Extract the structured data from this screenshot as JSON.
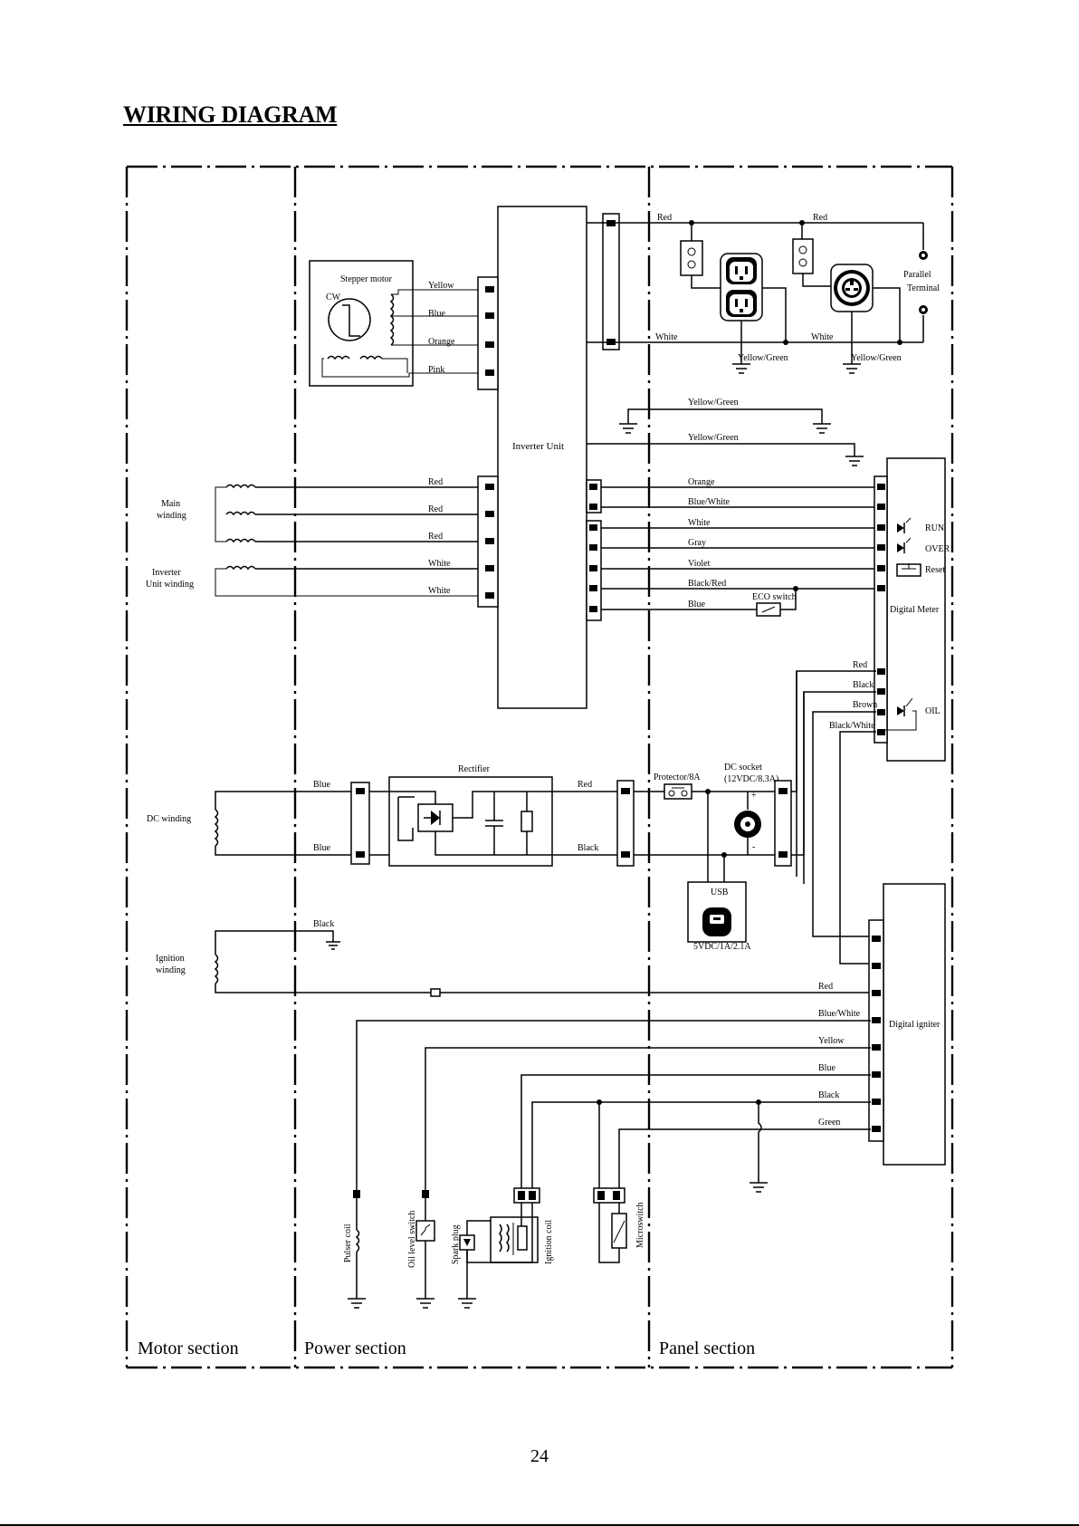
{
  "header": {
    "title": "WIRING DIAGRAM"
  },
  "footer": {
    "page_number": "24"
  },
  "sections": {
    "motor": "Motor section",
    "power": "Power section",
    "panel": "Panel section"
  },
  "components": {
    "stepper_motor": "Stepper motor",
    "cw": "CW",
    "inverter_unit": "Inverter Unit",
    "main_winding": [
      "Main",
      "winding"
    ],
    "inverter_unit_winding": [
      "Inverter",
      "Unit winding"
    ],
    "dc_winding": "DC winding",
    "ignition_winding": [
      "Ignition",
      "winding"
    ],
    "rectifier": "Rectifier",
    "protector": "Protector/8A",
    "dc_socket": [
      "DC socket",
      "(12VDC/8.3A)"
    ],
    "usb": "USB",
    "usb_rating": "5VDC/1A/2.1A",
    "parallel_terminal": [
      "Parallel",
      "Terminal"
    ],
    "digital_meter": "Digital Meter",
    "digital_igniter": "Digital igniter",
    "eco_switch": "ECO switch",
    "run": "RUN",
    "over": "OVER",
    "reset": "Reset",
    "oil": "OIL",
    "pulser_coil": "Pulser coil",
    "oil_level_switch": "Oil level switch",
    "spark_plug": "Spark plug",
    "ignition_coil": "Ignition coil",
    "microswitch": "Microswitch",
    "plus": "+",
    "minus": "-"
  },
  "wires": {
    "stepper": [
      "Yellow",
      "Blue",
      "Orange",
      "Pink"
    ],
    "main_winding": [
      "Red",
      "Red",
      "Red"
    ],
    "unit_winding": [
      "White",
      "White"
    ],
    "ac_top_left": "Red",
    "ac_top_right": "Red",
    "ac_bottom_left": "White",
    "ac_bottom_right": "White",
    "ground_outlet_left": "Yellow/Green",
    "ground_outlet_right": "Yellow/Green",
    "ground_mid_1": "Yellow/Green",
    "ground_mid_2": "Yellow/Green",
    "meter": [
      "Orange",
      "Blue/White",
      "White",
      "Gray",
      "Violet",
      "Black/Red",
      "Blue"
    ],
    "meter_lower": [
      "Red",
      "Black",
      "Brown",
      "Black/White"
    ],
    "dc_in": [
      "Blue",
      "Blue"
    ],
    "dc_out": [
      "Red",
      "Black"
    ],
    "ignition": "Black",
    "igniter": [
      "Red",
      "Blue/White",
      "Yellow",
      "Blue",
      "Black",
      "Green"
    ]
  }
}
